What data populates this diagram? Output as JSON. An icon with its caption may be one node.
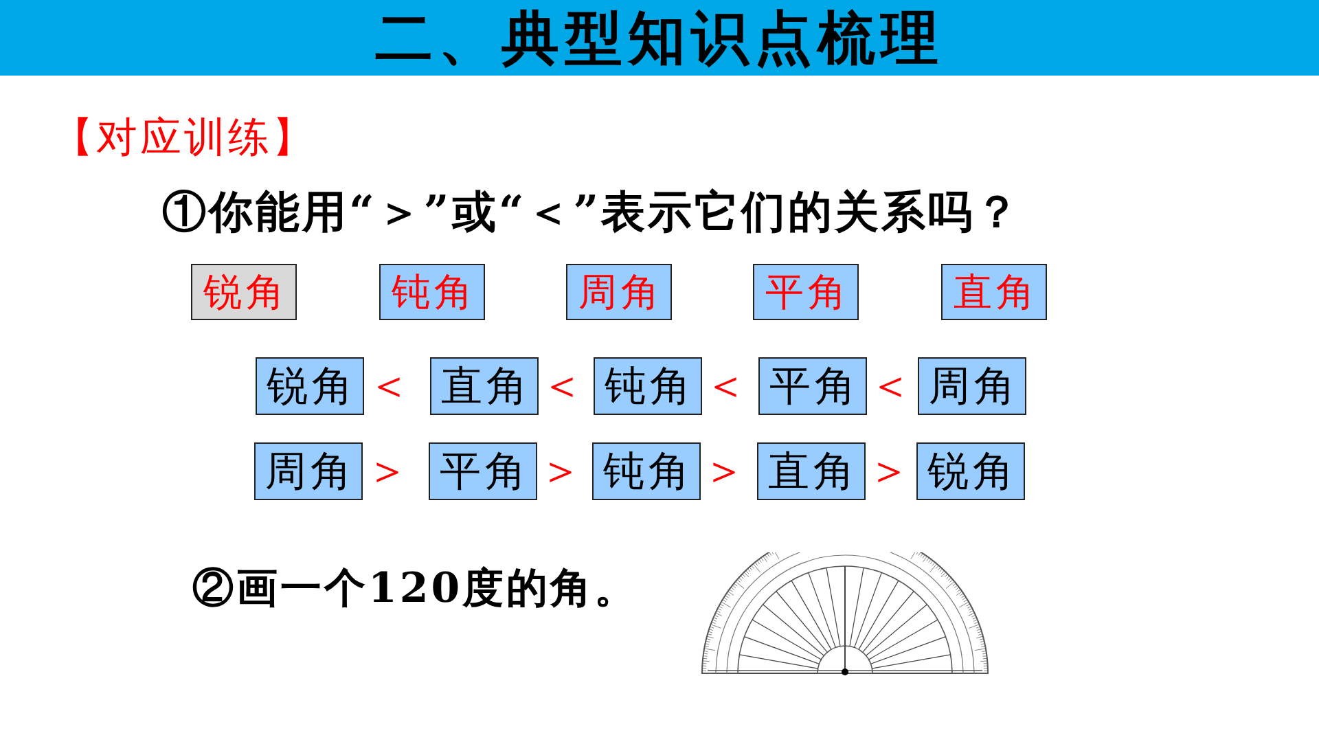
{
  "diagram": {
    "title": "二、典型知识点梳理",
    "nodes": [
      {
        "text": [
          "锐角"
        ]
      },
      {
        "text": [
          "钝角"
        ]
      },
      {
        "text": [
          "周角"
        ]
      },
      {
        "text": [
          "平角"
        ]
      },
      {
        "text": [
          "直角"
        ]
      },
      {
        "text": [
          "锐角"
        ]
      },
      {
        "text": [
          "直角"
        ]
      },
      {
        "text": [
          "钝角"
        ]
      },
      {
        "text": [
          "平角"
        ]
      },
      {
        "text": [
          "周角"
        ]
      },
      {
        "text": [
          "周角"
        ]
      },
      {
        "text": [
          "平角"
        ]
      },
      {
        "text": [
          "钝角"
        ]
      },
      {
        "text": [
          "直角"
        ]
      },
      {
        "text": [
          "锐角"
        ]
      }
    ],
    "labels": [
      "【对应训练】",
      "①你能用“＞”或“＜”表示它们的关系吗？",
      "＜",
      "＜",
      "＜",
      "＜",
      "＞",
      "＞",
      "＞",
      "＞",
      "②画一个120度的角。"
    ]
  }
}
